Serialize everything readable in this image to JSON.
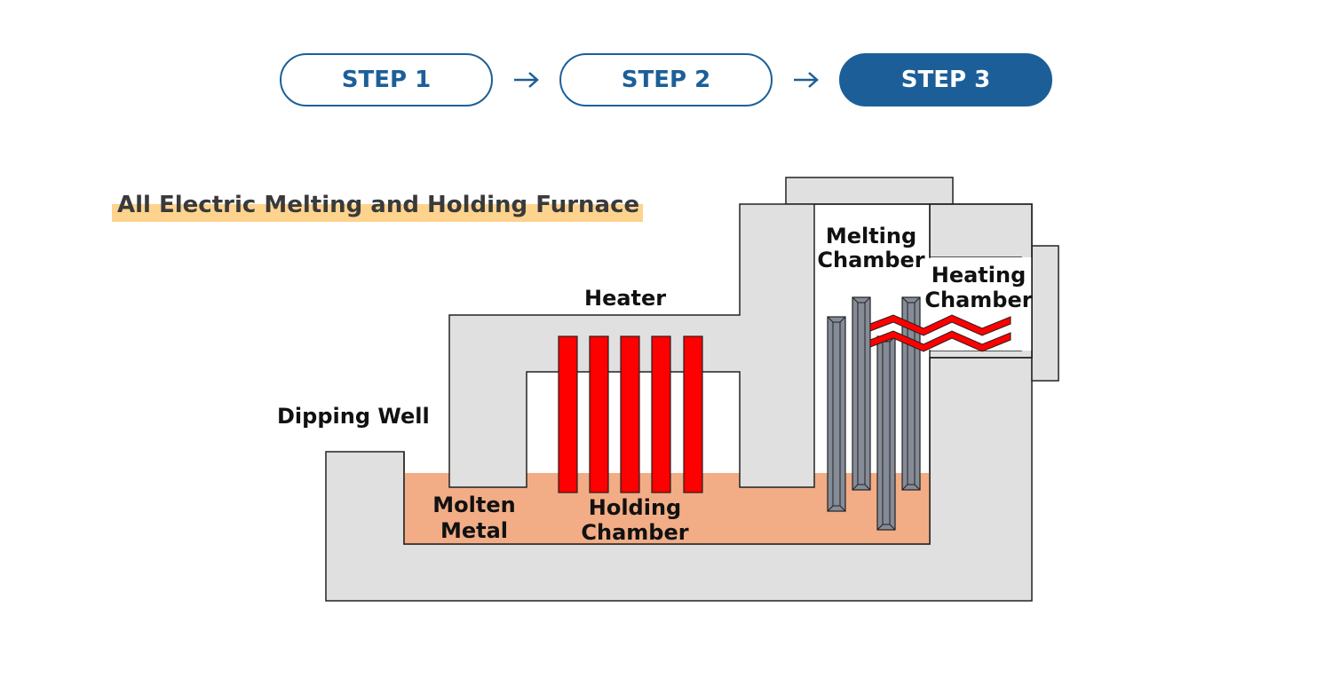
{
  "steps": [
    {
      "label": "STEP 1",
      "active": false
    },
    {
      "label": "STEP 2",
      "active": false
    },
    {
      "label": "STEP 3",
      "active": true
    }
  ],
  "title": "All Electric Melting and Holding Furnace",
  "labels": {
    "heater": "Heater",
    "dipping_well": "Dipping Well",
    "molten_metal": [
      "Molten",
      "Metal"
    ],
    "holding_chamber": [
      "Holding",
      "Chamber"
    ],
    "melting_chamber": [
      "Melting",
      "Chamber"
    ],
    "heating_chamber": [
      "Heating",
      "Chamber"
    ]
  },
  "colors": {
    "accent": "#1c5f98",
    "furnace": "#e0e0e0",
    "molten": "#f2ad86",
    "heater": "#ff0000",
    "ingot": "#858b97",
    "highlight": "#fdd38e"
  }
}
